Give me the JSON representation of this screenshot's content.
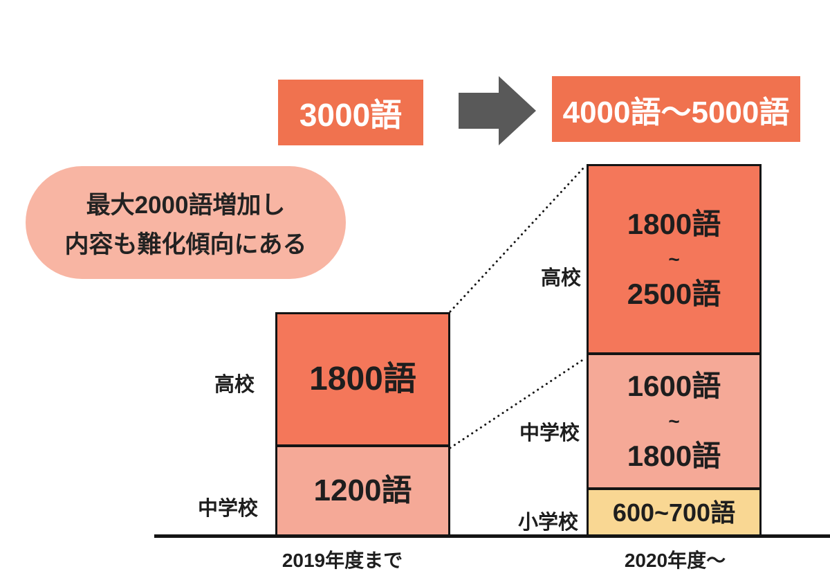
{
  "colors": {
    "background": "#ffffff",
    "accent_orange": "#f0724f",
    "bar_orange": "#f4775a",
    "bar_pink": "#f5a997",
    "bar_yellow": "#f9d793",
    "bubble_pink": "#f8b5a3",
    "arrow_gray": "#595959",
    "line_black": "#141414",
    "text_dark": "#1e1e1e",
    "text_white": "#ffffff"
  },
  "title_flow": {
    "before_label": "3000語",
    "after_label": "4000語〜5000語",
    "arrow_icon": "arrow-right-icon"
  },
  "callout": {
    "line1": "最大2000語増加し",
    "line2": "内容も難化傾向にある"
  },
  "bars": {
    "left": {
      "axis_label": "2019年度まで",
      "segments": [
        {
          "group": "高校",
          "label_lines": [
            "1800語"
          ]
        },
        {
          "group": "中学校",
          "label_lines": [
            "1200語"
          ]
        }
      ]
    },
    "right": {
      "axis_label": "2020年度〜",
      "segments": [
        {
          "group": "高校",
          "label_lines": [
            "1800語",
            "~",
            "2500語"
          ]
        },
        {
          "group": "中学校",
          "label_lines": [
            "1600語",
            "~",
            "1800語"
          ]
        },
        {
          "group": "小学校",
          "label_lines": [
            "600~700語"
          ]
        }
      ]
    }
  },
  "chart_data": {
    "type": "bar",
    "subtype": "stacked-range-comparison",
    "title": "",
    "unit": "語",
    "categories": [
      "2019年度まで",
      "2020年度〜"
    ],
    "series": [
      {
        "name": "小学校",
        "color": "#f9d793",
        "values": [
          null,
          [
            600,
            700
          ]
        ],
        "labels": [
          "",
          "600~700語"
        ]
      },
      {
        "name": "中学校",
        "color": "#f5a997",
        "values": [
          1200,
          [
            1600,
            1800
          ]
        ],
        "labels": [
          "1200語",
          "1600語~1800語"
        ]
      },
      {
        "name": "高校",
        "color": "#f4775a",
        "values": [
          1800,
          [
            1800,
            2500
          ]
        ],
        "labels": [
          "1800語",
          "1800語~2500語"
        ]
      }
    ],
    "totals": {
      "2019年度まで": "3000語",
      "2020年度〜": "4000語〜5000語"
    },
    "annotation": "最大2000語増加し 内容も難化傾向にある",
    "legend_position": "none",
    "grid": false,
    "connectors": "dotted lines link left bar segment tops to right bar segment tops"
  }
}
